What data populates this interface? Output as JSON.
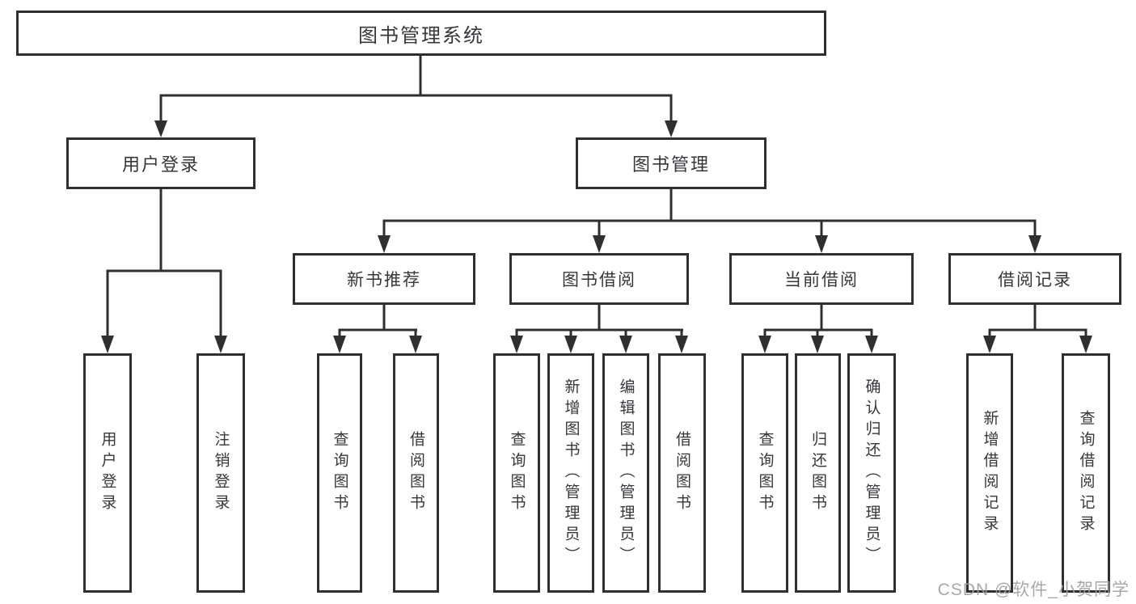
{
  "diagram_type": "hierarchy-tree",
  "colors": {
    "line": "#2e2f31",
    "text": "#35373b",
    "background": "#ffffff",
    "watermark": "#9e9e9e"
  },
  "tree": {
    "label": "图书管理系统",
    "children": [
      {
        "label": "用户登录",
        "children": [
          {
            "label": "用户登录"
          },
          {
            "label": "注销登录"
          }
        ]
      },
      {
        "label": "图书管理",
        "children": [
          {
            "label": "新书推荐",
            "children": [
              {
                "label": "查询图书"
              },
              {
                "label": "借阅图书"
              }
            ]
          },
          {
            "label": "图书借阅",
            "children": [
              {
                "label": "查询图书"
              },
              {
                "label": "新增图书（管理员）"
              },
              {
                "label": "编辑图书（管理员）"
              },
              {
                "label": "借阅图书"
              }
            ]
          },
          {
            "label": "当前借阅",
            "children": [
              {
                "label": "查询图书"
              },
              {
                "label": "归还图书"
              },
              {
                "label": "确认归还（管理员）"
              }
            ]
          },
          {
            "label": "借阅记录",
            "children": [
              {
                "label": "新增借阅记录"
              },
              {
                "label": "查询借阅记录"
              }
            ]
          }
        ]
      }
    ]
  },
  "watermark": {
    "text": "CSDN @软件_小贺同学"
  }
}
